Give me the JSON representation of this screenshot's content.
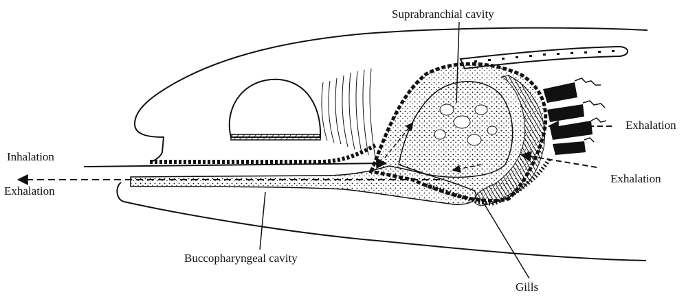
{
  "labels": {
    "suprabranchial": "Suprabranchial cavity",
    "inhalation": "Inhalation",
    "exhalation_left": "Exhalation",
    "exhalation_right_upper": "Exhalation",
    "exhalation_right_lower": "Exhalation",
    "buccopharyngeal": "Buccopharyngeal cavity",
    "gills": "Gills"
  },
  "colors": {
    "ink": "#111111",
    "paper": "#ffffff"
  }
}
